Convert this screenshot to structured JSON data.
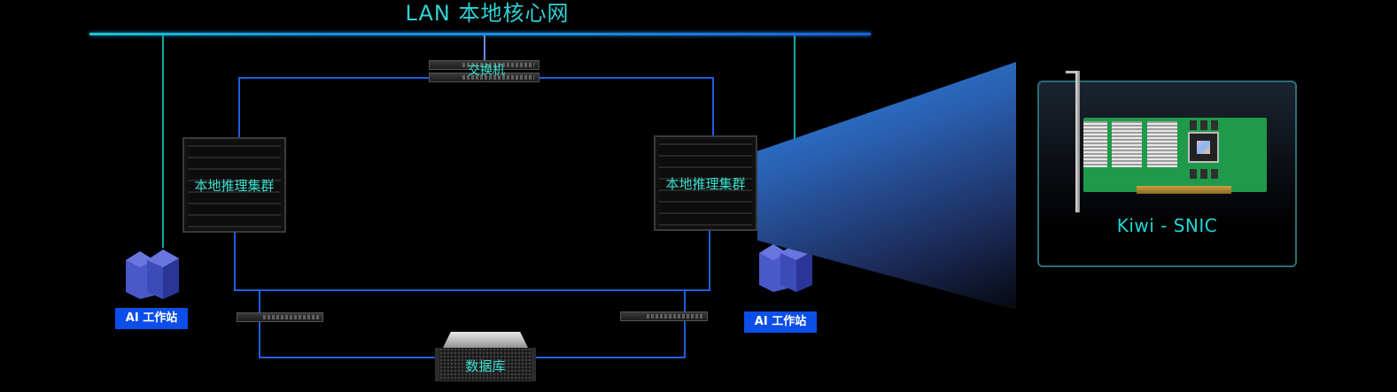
{
  "title": "LAN 本地核心网",
  "nodes": {
    "core_switch": {
      "label": "交换机"
    },
    "cluster_left": {
      "label": "本地推理集群"
    },
    "cluster_right": {
      "label": "本地推理集群"
    },
    "workstation_left": {
      "label": "AI 工作站"
    },
    "workstation_right": {
      "label": "AI 工作站"
    },
    "storage_switch_left": {
      "label": ""
    },
    "storage_switch_right": {
      "label": ""
    },
    "database": {
      "label": "数据库"
    }
  },
  "detail_panel": {
    "title": "Kiwi - SNIC",
    "image": "pcie-smartnic-card"
  },
  "colors": {
    "label_text": "#38e0d0",
    "link": "#1f5de0",
    "workstation_link": "#16a6a0",
    "badge": "#0c4ee8",
    "panel_border": "#2b6d78"
  }
}
